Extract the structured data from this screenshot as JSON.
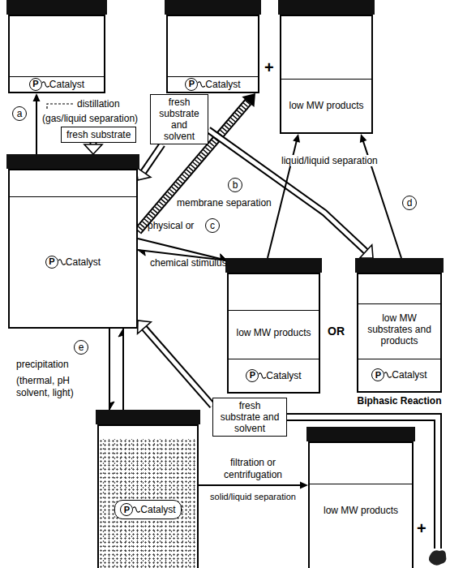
{
  "diagram": {
    "nodes": [
      {
        "text": [
          "Catalyst"
        ]
      },
      {
        "text": [
          "Catalyst"
        ]
      },
      {
        "text": [
          "low MW products"
        ]
      },
      {
        "text": [
          "Catalyst"
        ]
      },
      {
        "text": [
          "fresh substrate"
        ]
      },
      {
        "text": [
          "fresh substrate and solvent"
        ]
      },
      {
        "text": [
          "low MW products",
          "Catalyst"
        ]
      },
      {
        "text": [
          "low MW substrates and products",
          "Catalyst",
          "Biphasic Reaction"
        ]
      },
      {
        "text": [
          "fresh substrate and solvent"
        ]
      },
      {
        "text": [
          "Catalyst"
        ]
      },
      {
        "text": [
          "low MW products"
        ]
      }
    ],
    "edges": [
      {
        "from": 3,
        "to": 0,
        "arrow": "to"
      },
      {
        "from": 4,
        "to": 3,
        "arrow": "to"
      },
      {
        "from": 3,
        "to": 1,
        "arrow": "to"
      },
      {
        "from": 5,
        "to": 3,
        "arrow": "to"
      },
      {
        "from": 3,
        "to": 6,
        "arrow": "to"
      },
      {
        "from": 6,
        "to": 3,
        "arrow": "to"
      },
      {
        "from": 5,
        "to": 7,
        "arrow": "to"
      },
      {
        "from": 6,
        "to": 2,
        "arrow": "to"
      },
      {
        "from": 7,
        "to": 2,
        "arrow": "to"
      },
      {
        "from": 3,
        "to": 9,
        "arrow": "to"
      },
      {
        "from": 9,
        "to": 3,
        "arrow": "to"
      },
      {
        "from": 9,
        "to": 10,
        "arrow": "to"
      },
      {
        "from": 8,
        "to": 3,
        "arrow": "to"
      }
    ],
    "labels": [
      "a",
      "distillation",
      "(gas/liquid separation)",
      "+",
      "b",
      "membrane separation",
      "liquid/liquid separation",
      "d",
      "c",
      "physical or",
      "chemical stimulus",
      "OR",
      "e",
      "precipitation",
      "(thermal, pH",
      "solvent, light)",
      "filtration or",
      "centrifugation",
      "solid/liquid separation",
      "+",
      "P",
      "P",
      "P",
      "P",
      "P",
      "P"
    ]
  }
}
